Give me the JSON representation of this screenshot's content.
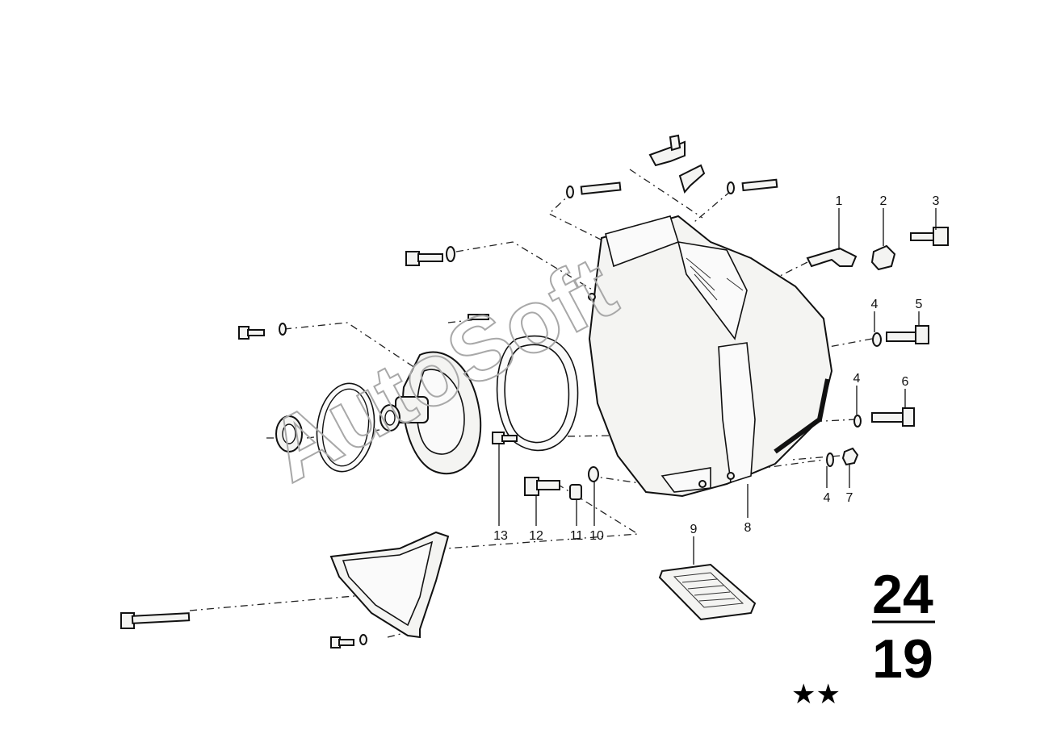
{
  "diagram": {
    "callouts": [
      {
        "id": "c1",
        "label": "1"
      },
      {
        "id": "c2",
        "label": "2"
      },
      {
        "id": "c3",
        "label": "3"
      },
      {
        "id": "c4a",
        "label": "4"
      },
      {
        "id": "c5",
        "label": "5"
      },
      {
        "id": "c4b",
        "label": "4"
      },
      {
        "id": "c6",
        "label": "6"
      },
      {
        "id": "c4c",
        "label": "4"
      },
      {
        "id": "c7",
        "label": "7"
      },
      {
        "id": "c8",
        "label": "8"
      },
      {
        "id": "c9",
        "label": "9"
      },
      {
        "id": "c10",
        "label": "10"
      },
      {
        "id": "c11",
        "label": "11"
      },
      {
        "id": "c12",
        "label": "12"
      },
      {
        "id": "c13",
        "label": "13"
      }
    ],
    "watermark": "AutoSoft",
    "group_number": {
      "top": "24",
      "bottom": "19"
    },
    "rating_stars": "★★"
  }
}
